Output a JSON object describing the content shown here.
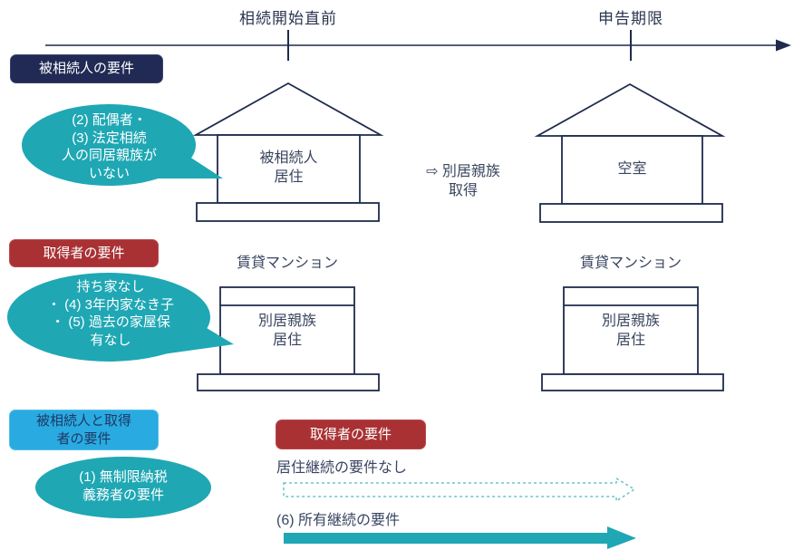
{
  "colors": {
    "teal": "#1FA7B4",
    "navy": "#202A54",
    "red": "#A93134",
    "blue": "#29ABE2",
    "outline": "#1F2B4D",
    "text": "#39455E"
  },
  "timeline": {
    "label_start": "相続開始直前",
    "label_end": "申告期限"
  },
  "decedent_section": {
    "badge": "被相続人の要件",
    "bubble": "(2) 配偶者・\n(3) 法定相続\n人の同居親族が\nいない",
    "house_before_label": "被相続人\n居住",
    "transfer_note": "⇨ 別居親族\n取得",
    "house_after_label": "空室"
  },
  "acquirer_section": {
    "badge": "取得者の要件",
    "bubble": "持ち家なし\n・ (4) 3年内家なき子\n・ (5) 過去の家屋保\n有なし",
    "apartment_left_label": "賃貸マンション",
    "apartment_right_label": "賃貸マンション",
    "building_left_label": "別居親族\n居住",
    "building_right_label": "別居親族\n居住"
  },
  "both_section": {
    "badge": "被相続人と取得\n者の要件",
    "bubble": "(1) 無制限納税\n義務者の要件"
  },
  "continuation_section": {
    "badge": "取得者の要件",
    "no_residence_text": "居住継続の要件なし",
    "ownership_text": "(6) 所有継続の要件"
  }
}
